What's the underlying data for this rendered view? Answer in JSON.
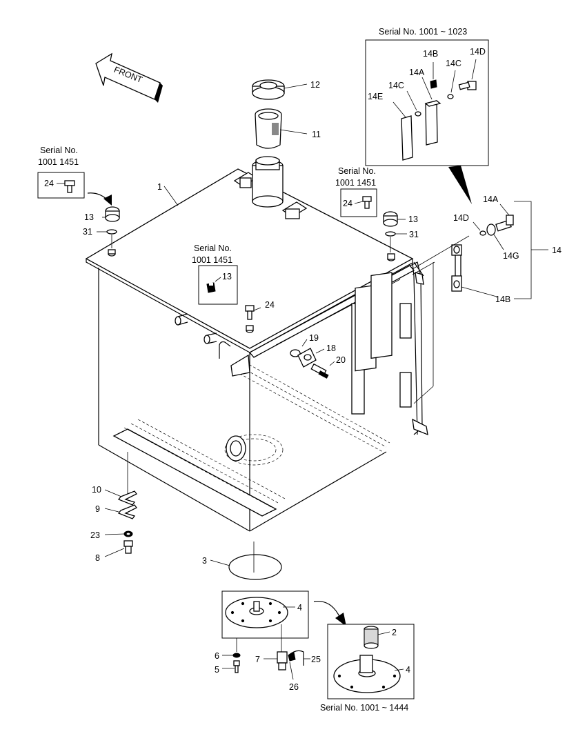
{
  "front_label": "FRONT",
  "serial_labels": {
    "top_right": "Serial No. 1001 ~ 1023",
    "left_word": "Serial No.",
    "left_range": "1001  1451",
    "mid_word": "Serial No.",
    "mid_range": "1001  1451",
    "center_word": "Serial No.",
    "center_range": "1001  1451",
    "bottom_right": "Serial No. 1001 ~ 1444"
  },
  "callouts": {
    "p1": "1",
    "p2": "2",
    "p3": "3",
    "p4a": "4",
    "p4b": "4",
    "p5": "5",
    "p6": "6",
    "p7": "7",
    "p8": "8",
    "p9": "9",
    "p10": "10",
    "p11": "11",
    "p12": "12",
    "p13a": "13",
    "p13b": "13",
    "p13c": "13",
    "p14": "14",
    "p14a_top": "14A",
    "p14a_side": "14A",
    "p14b_top": "14B",
    "p14b_side": "14B",
    "p14c_a": "14C",
    "p14c_b": "14C",
    "p14d_top": "14D",
    "p14d_side": "14D",
    "p14e": "14E",
    "p14g": "14G",
    "p18": "18",
    "p19": "19",
    "p20": "20",
    "p23": "23",
    "p24a": "24",
    "p24b": "24",
    "p24c": "24",
    "p25": "25",
    "p26": "26",
    "p31a": "31",
    "p31b": "31"
  }
}
